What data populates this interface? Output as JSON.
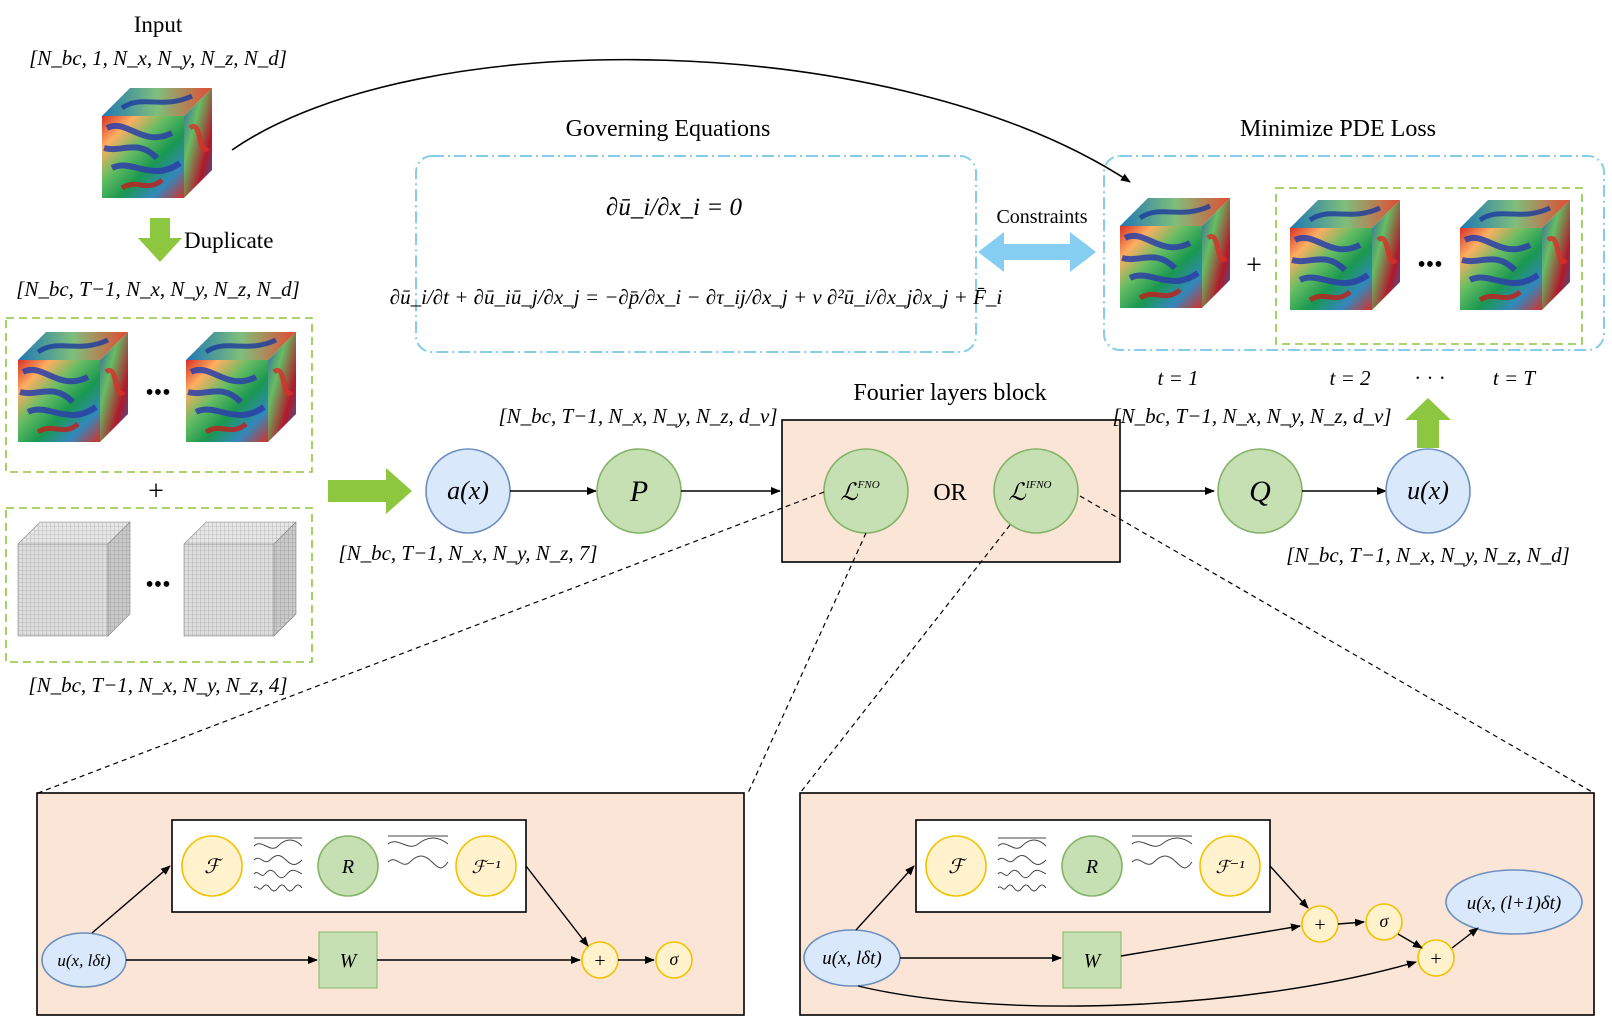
{
  "input": {
    "title": "Input",
    "shape": "[N_bc, 1, N_x, N_y, N_z, N_d]"
  },
  "duplicate": {
    "label": "Duplicate",
    "shape": "[N_bc, T−1, N_x, N_y, N_z, N_d]"
  },
  "dots": "•••",
  "plus": "+",
  "grid_shape": "[N_bc, T−1, N_x, N_y, N_z, 4]",
  "concat_shape": "[N_bc, T−1, N_x, N_y, N_z, 7]",
  "lift_shape": "[N_bc, T−1, N_x, N_y, N_z, d_v]",
  "proj_shape": "[N_bc, T−1, N_x, N_y, N_z, d_v]",
  "output_shape": "[N_bc, T−1, N_x, N_y, N_z, N_d]",
  "nodes": {
    "a": "a(x)",
    "p": "P",
    "lfno": "ℒ",
    "lfno_sup": "FNO",
    "lifno": "ℒ",
    "lifno_sup": "IFNO",
    "or": "OR",
    "q": "Q",
    "u": "u(x)"
  },
  "fourier_block_title": "Fourier layers block",
  "governing": {
    "title": "Governing Equations",
    "continuity": "∂ū_i/∂x_i = 0",
    "momentum": "∂ū_i/∂t + ∂ū_iū_j/∂x_j = −∂p̄/∂x_i − ∂τ_ij/∂x_j + ν ∂²ū_i/∂x_j∂x_j + F̄_i"
  },
  "constraints_label": "Constraints",
  "loss": {
    "title": "Minimize PDE Loss",
    "t1": "t = 1",
    "t2": "t = 2",
    "tdots": "· · ·",
    "tT": "t = T"
  },
  "fno_detail": {
    "input": "u(x, lδt)",
    "fft": "ℱ",
    "r": "R",
    "ifft": "ℱ⁻¹",
    "w": "W",
    "plus": "+",
    "sigma": "σ"
  },
  "ifno_detail": {
    "input": "u(x, lδt)",
    "output": "u(x, (l+1)δt)",
    "fft": "ℱ",
    "r": "R",
    "ifft": "ℱ⁻¹",
    "w": "W",
    "plus": "+",
    "plus2": "+",
    "sigma": "σ"
  },
  "colors": {
    "blue_node": "#dae8fc",
    "blue_stroke": "#6c8ebf",
    "green_node": "#c6e0b4",
    "green_stroke": "#82b366",
    "yellow_node": "#fff2cc",
    "yellow_stroke": "#f2c200",
    "block_fill": "#fbe5d6",
    "dash_green": "#8dc63f",
    "dash_blue": "#87cdea",
    "arrow_green": "#8dc63f",
    "arrow_blue": "#86cdf2"
  }
}
